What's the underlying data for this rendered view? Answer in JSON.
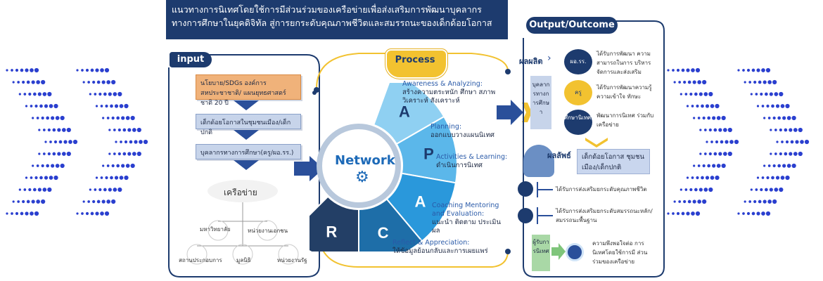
{
  "title": {
    "line1": "แนวทางการนิเทศโดยใช้การมีส่วนร่วมของเครือข่ายเพื่อส่งเสริมการพัฒนาบุคลากร",
    "line2": "ทางการศึกษาในยุคดิจิทัล สู่การยกระดับคุณภาพชีวิตและสมรรถนะของเด็กด้อยโอกาส"
  },
  "input": {
    "label": "input",
    "steps": [
      "นโยบาย/SDGs องค์การสหประชาชาติ/ แผนยุทธศาสตร์ชาติ 20 ปี",
      "เด็กด้อยโอกาสในชุมชนเมือง/เด็กปกติ",
      "บุคลากรทางการศึกษา(ครู/ผอ.รร.)"
    ],
    "network_label": "เครือข่าย",
    "partners": [
      "มหาวิทยาลัย",
      "หน่วยงานเอกชน",
      "สถานประกอบการ",
      "มูลนิธิ",
      "หน่วยงานรัฐ"
    ]
  },
  "process": {
    "label": "Process",
    "center": "Network",
    "letters": [
      "A",
      "P",
      "A",
      "C",
      "R"
    ],
    "stages": [
      {
        "en": "Awareness & Analyzing:",
        "th": "สร้างความตระหนัก ศึกษา สภาพ วิเคราะห์ สังเคราะห์"
      },
      {
        "en": "Planning:",
        "th": "ออกแบบวางแผนนิเทศ"
      },
      {
        "en": "Activities & Learning:",
        "th": "ดำเนินการนิเทศ"
      },
      {
        "en": "Coaching Mentoring and Evaluation:",
        "th": "แนะนำ ติดตาม ประเมินผล"
      },
      {
        "en": "Reflect & Appreciation:",
        "th": "ให้ข้อมูลย้อนกลับและการเผยแพร่"
      }
    ]
  },
  "output": {
    "label": "Output/Outcome",
    "product_label": "ผลผลิต",
    "personnel": "บุคลากรทางการศึกษา",
    "items": [
      {
        "circle": "ผอ.รร.",
        "text": "ได้รับการพัฒนา ความสามารถในการ บริหารจัดการและส่งเสริม"
      },
      {
        "circle": "ครู",
        "text": "ได้รับการพัฒนาความรู้ ความเข้าใจ ทักษะ"
      },
      {
        "circle": "ศึกษานิเทศก์",
        "text": "พัฒนาการนิเทศ ร่วมกับเครือข่าย"
      }
    ],
    "result_label": "ผลลัพธ์",
    "result_target": "เด็กด้อยโอกาส ชุมชนเมือง/เด็กปกติ",
    "results": [
      "ได้รับการส่งเสริมยกระดับคุณภาพชีวิต",
      "ได้รับการส่งเสริมยกระดับสมรรถนะหลัก/ สมรรถนะพื้นฐาน"
    ],
    "feedback_box": "ผู้รับการนิเทศ",
    "feedback_text": "ความพึงพอใจต่อ การนิเทศโดยใช้การมี ส่วนร่วมของเครือข่าย"
  }
}
